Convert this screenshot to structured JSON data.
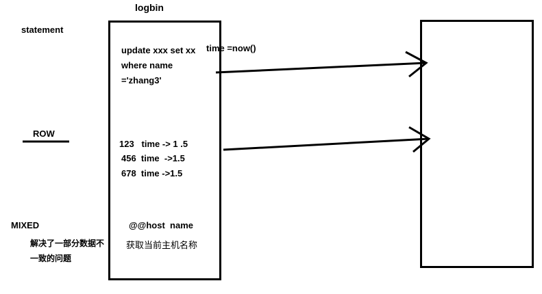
{
  "title": "logbin",
  "modes": {
    "statement": "statement",
    "row": "ROW",
    "mixed": "MIXED"
  },
  "statement_example": {
    "line1": "update xxx set xx",
    "line1_suffix": "time =now()",
    "line2": "where name",
    "line3": "='zhang3'"
  },
  "row_example": {
    "line1": "123   time -> 1 .5",
    "line2": "456  time  ->1.5",
    "line3": "678  time ->1.5"
  },
  "mixed_example": {
    "host_var": "@@host  name",
    "host_desc": "获取当前主机名称"
  },
  "mixed_note": {
    "line1": "解决了一部分数据不",
    "line2": "一致的问题"
  }
}
